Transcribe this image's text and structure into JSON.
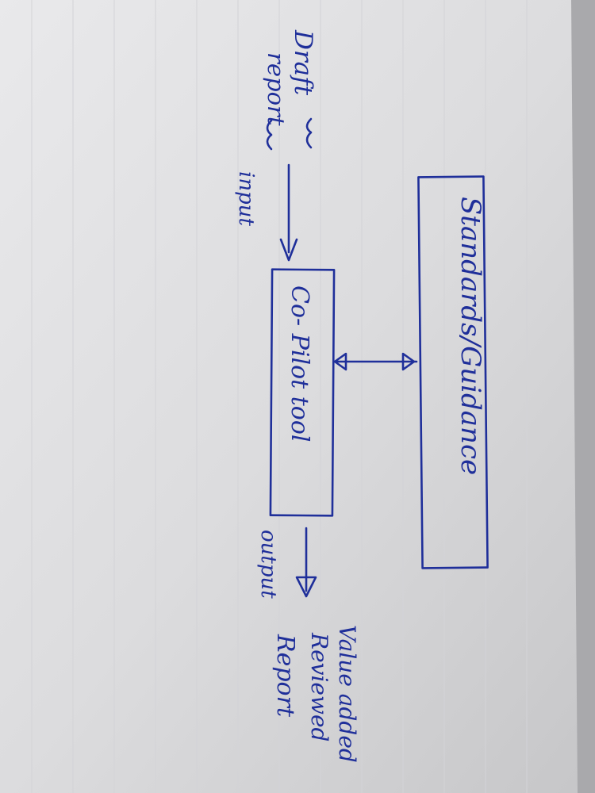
{
  "ink_color": "#1f2f9a",
  "boxes": {
    "standards": "Standards/Guidance",
    "copilot": "Co- Pilot tool"
  },
  "labels": {
    "draft_line1": "Draft",
    "draft_line2": "report",
    "input": "input",
    "output": "output",
    "result_line1": "Value added",
    "result_line2": "Reviewed",
    "result_line3": "Report"
  }
}
